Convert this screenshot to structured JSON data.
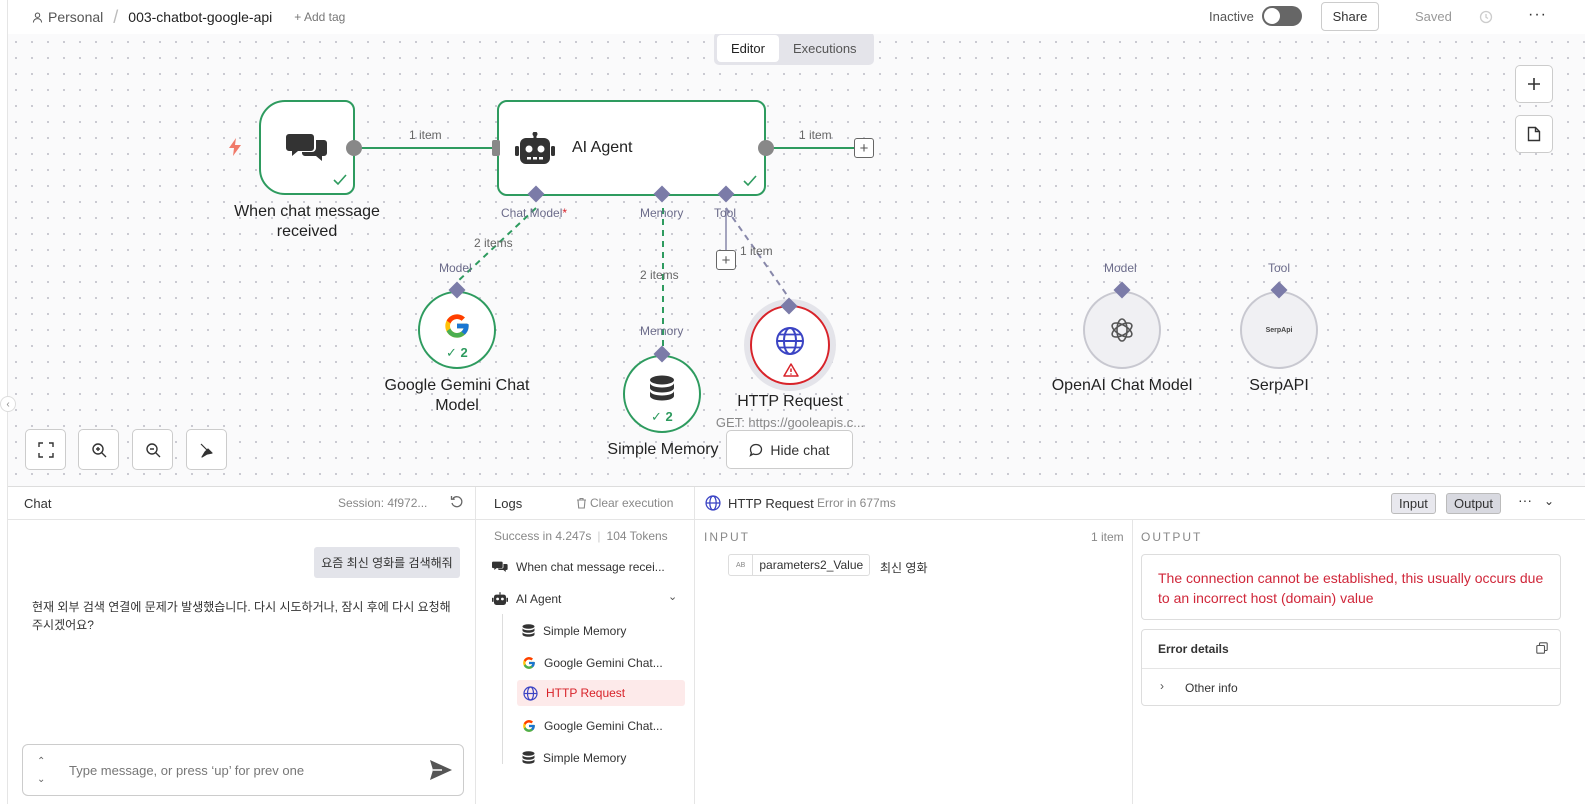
{
  "header": {
    "project": "Personal",
    "workflow_name": "003-chatbot-google-api",
    "add_tag": "+ Add tag",
    "status": "Inactive",
    "share": "Share",
    "saved": "Saved",
    "more": "···"
  },
  "tabs": [
    {
      "label": "Editor",
      "active": true
    },
    {
      "label": "Executions",
      "active": false
    }
  ],
  "canvas": {
    "nodes": {
      "trigger": {
        "label_line1": "When chat message",
        "label_line2": "received"
      },
      "agent": {
        "label": "AI Agent"
      },
      "gemini": {
        "label_line1": "Google Gemini Chat",
        "label_line2": "Model",
        "runs": "2"
      },
      "memory": {
        "label": "Simple Memory",
        "runs": "2"
      },
      "http": {
        "label": "HTTP Request",
        "subtitle": "GET: https://gooleapis.c..."
      },
      "openai": {
        "label": "OpenAI Chat Model"
      },
      "serpapi": {
        "label": "SerpAPI",
        "icon_text": "SerpApi"
      }
    },
    "connection_labels": {
      "trigger_to_agent": "1 item",
      "agent_out": "1 item",
      "model": "2 items",
      "memory": "2 items",
      "tool": "1 item"
    },
    "handle_labels": {
      "chat_model": "Chat Model",
      "required_mark": "*",
      "memory": "Memory",
      "tool": "Tool",
      "model_gemini": "Model",
      "memory_node": "Memory",
      "model_openai": "Model",
      "tool_serp": "Tool"
    },
    "hide_chat": "Hide chat"
  },
  "chat": {
    "title": "Chat",
    "session": "Session: 4f972...",
    "user_message": "요즘 최신 영화를 검색해줘",
    "bot_message": "현재 외부 검색 연결에 문제가 발생했습니다. 다시 시도하거나, 잠시 후에 다시 요청해 주시겠어요?",
    "input_placeholder": "Type message, or press ‘up’ for prev one"
  },
  "logs": {
    "title": "Logs",
    "clear": "Clear execution",
    "success": "Success in 4.247s",
    "tokens": "104 Tokens",
    "items": [
      {
        "label": "When chat message recei...",
        "icon": "chat-icon"
      },
      {
        "label": "AI Agent",
        "icon": "robot-icon"
      },
      {
        "label": "Simple Memory",
        "icon": "database-icon"
      },
      {
        "label": "Google Gemini Chat...",
        "icon": "google-icon"
      },
      {
        "label": "HTTP Request",
        "icon": "globe-icon"
      },
      {
        "label": "Google Gemini Chat...",
        "icon": "google-icon"
      },
      {
        "label": "Simple Memory",
        "icon": "database-icon"
      }
    ]
  },
  "node_panel": {
    "title": "HTTP Request",
    "error_time": "Error in 677ms",
    "input_btn": "Input",
    "output_btn": "Output",
    "input_label": "INPUT",
    "input_count": "1 item",
    "param_type": "AB",
    "param_name": "parameters2_Value",
    "param_value": "최신 영화",
    "output_label": "OUTPUT",
    "error_message": "The connection cannot be established, this usually occurs due to an incorrect host (domain) value",
    "details_title": "Error details",
    "other_info": "Other info"
  },
  "colors": {
    "success": "#2e9b5f",
    "error": "#d8232a",
    "handle": "#7b7ba8"
  }
}
